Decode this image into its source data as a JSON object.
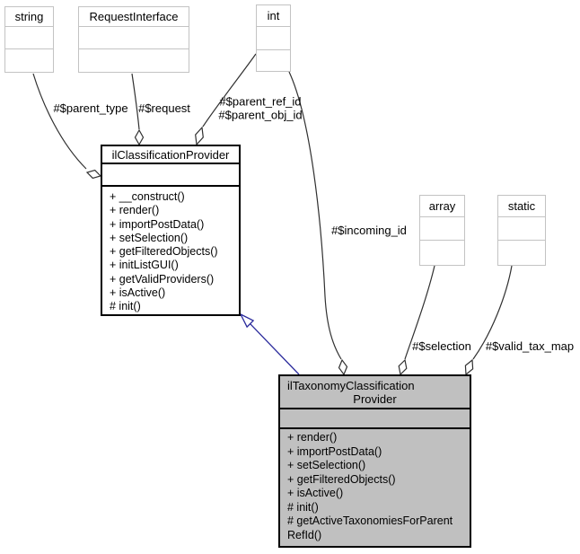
{
  "type_boxes": {
    "string": {
      "label": "string"
    },
    "request_interface": {
      "label": "RequestInterface"
    },
    "int": {
      "label": "int"
    },
    "array": {
      "label": "array"
    },
    "static": {
      "label": "static"
    }
  },
  "classes": {
    "base": {
      "name": "ilClassificationProvider",
      "members": [
        "+ __construct()",
        "+ render()",
        "+ importPostData()",
        "+ setSelection()",
        "+ getFilteredObjects()",
        "+ initListGUI()",
        "+ getValidProviders()",
        "+ isActive()",
        "# init()"
      ]
    },
    "derived": {
      "name_line1": "ilTaxonomyClassification",
      "name_line2": "Provider",
      "members": [
        "+ render()",
        "+ importPostData()",
        "+ setSelection()",
        "+ getFilteredObjects()",
        "+ isActive()",
        "# init()",
        "# getActiveTaxonomiesForParent\nRefId()"
      ]
    }
  },
  "edge_labels": {
    "parent_type": "#$parent_type",
    "request": "#$request",
    "parent_ref_obj": "#$parent_ref_id\n#$parent_obj_id",
    "incoming_id": "#$incoming_id",
    "selection": "#$selection",
    "valid_tax_map": "#$valid_tax_map"
  },
  "colors": {
    "background": "#ffffff",
    "edge": "#303030",
    "inheritance_edge": "#2b2b9c",
    "class_border": "#000000",
    "type_border": "#c3c3c3",
    "highlight_fill": "#c0c0c0",
    "text": "#000000"
  }
}
